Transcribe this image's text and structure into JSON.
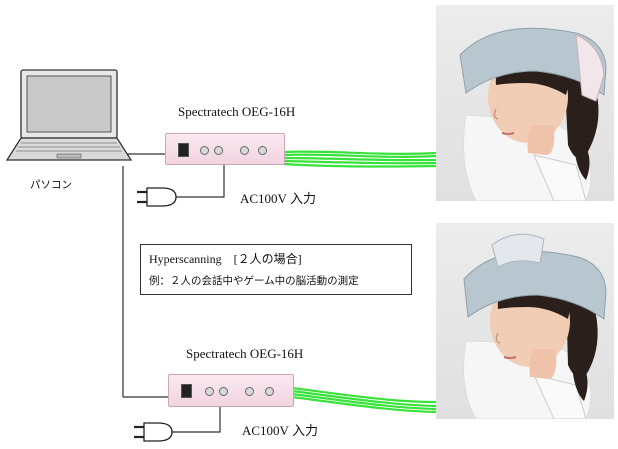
{
  "laptop": {
    "label": "パソコン"
  },
  "device_top": {
    "label": "Spectratech OEG-16H",
    "power_label": "AC100V 入力"
  },
  "device_bottom": {
    "label": "Spectratech OEG-16H",
    "power_label": "AC100V 入力"
  },
  "hyperscanning": {
    "title": "Hyperscanning　[２人の場合]",
    "description": "例：２人の会話中やゲーム中の脳活動の測定"
  },
  "colors": {
    "cable": "#38e23a",
    "device": "#f3d9e4",
    "headset": "#b8c7cf",
    "line": "#333333"
  }
}
